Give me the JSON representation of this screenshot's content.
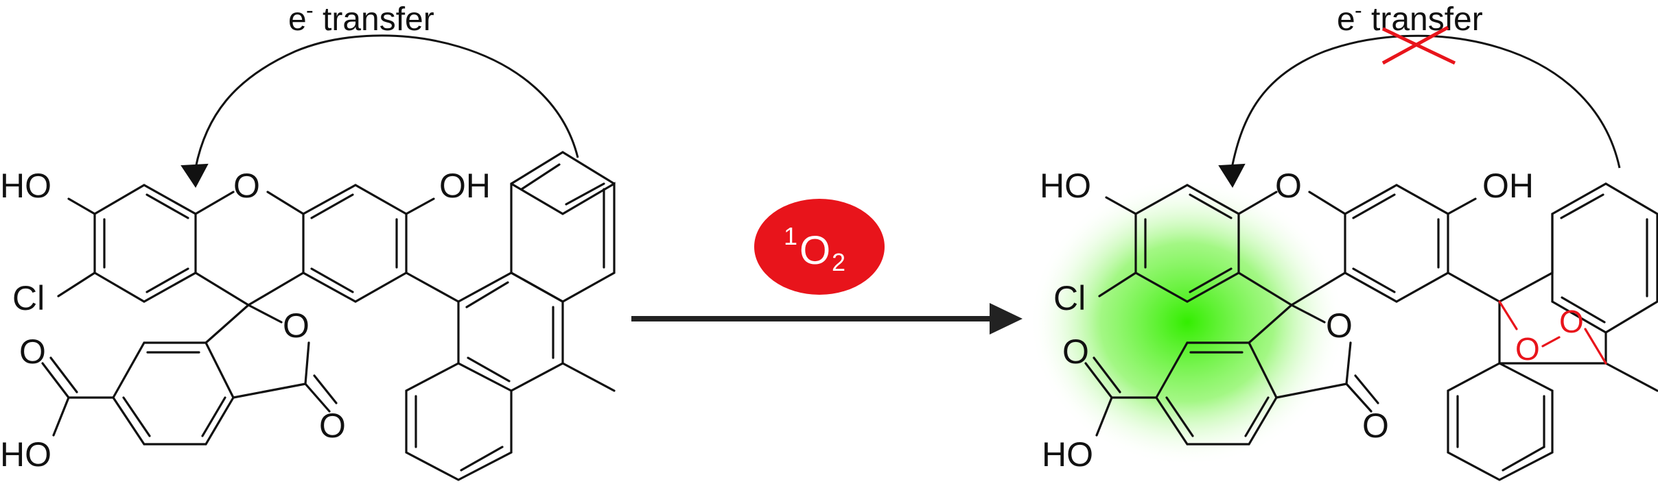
{
  "scheme": {
    "reactant": {
      "label_electron": "e",
      "label_electron_charge": "-",
      "label_transfer": "transfer",
      "atom_ho_top": "HO",
      "atom_oh_top": "OH",
      "atom_o_ring": "O",
      "atom_cl": "Cl",
      "atom_o_lactone": "O",
      "atom_o_carbonyl": "O",
      "atom_o_acid": "O",
      "atom_ho_acid": "HO"
    },
    "reagent": {
      "prefix": "1",
      "symbol": "O",
      "subscript": "2",
      "color": "#e8141b"
    },
    "product": {
      "label_electron": "e",
      "label_electron_charge": "-",
      "label_transfer": "transfer",
      "atom_ho_top": "HO",
      "atom_oh_top": "OH",
      "atom_o_ring": "O",
      "atom_cl": "Cl",
      "atom_o_lactone": "O",
      "atom_o_carbonyl": "O",
      "atom_o_acid": "O",
      "atom_ho_acid": "HO",
      "atom_o_peroxide_1": "O",
      "atom_o_peroxide_2": "O",
      "glow_color": "#33ee00",
      "cross_color": "#e8141b"
    }
  }
}
